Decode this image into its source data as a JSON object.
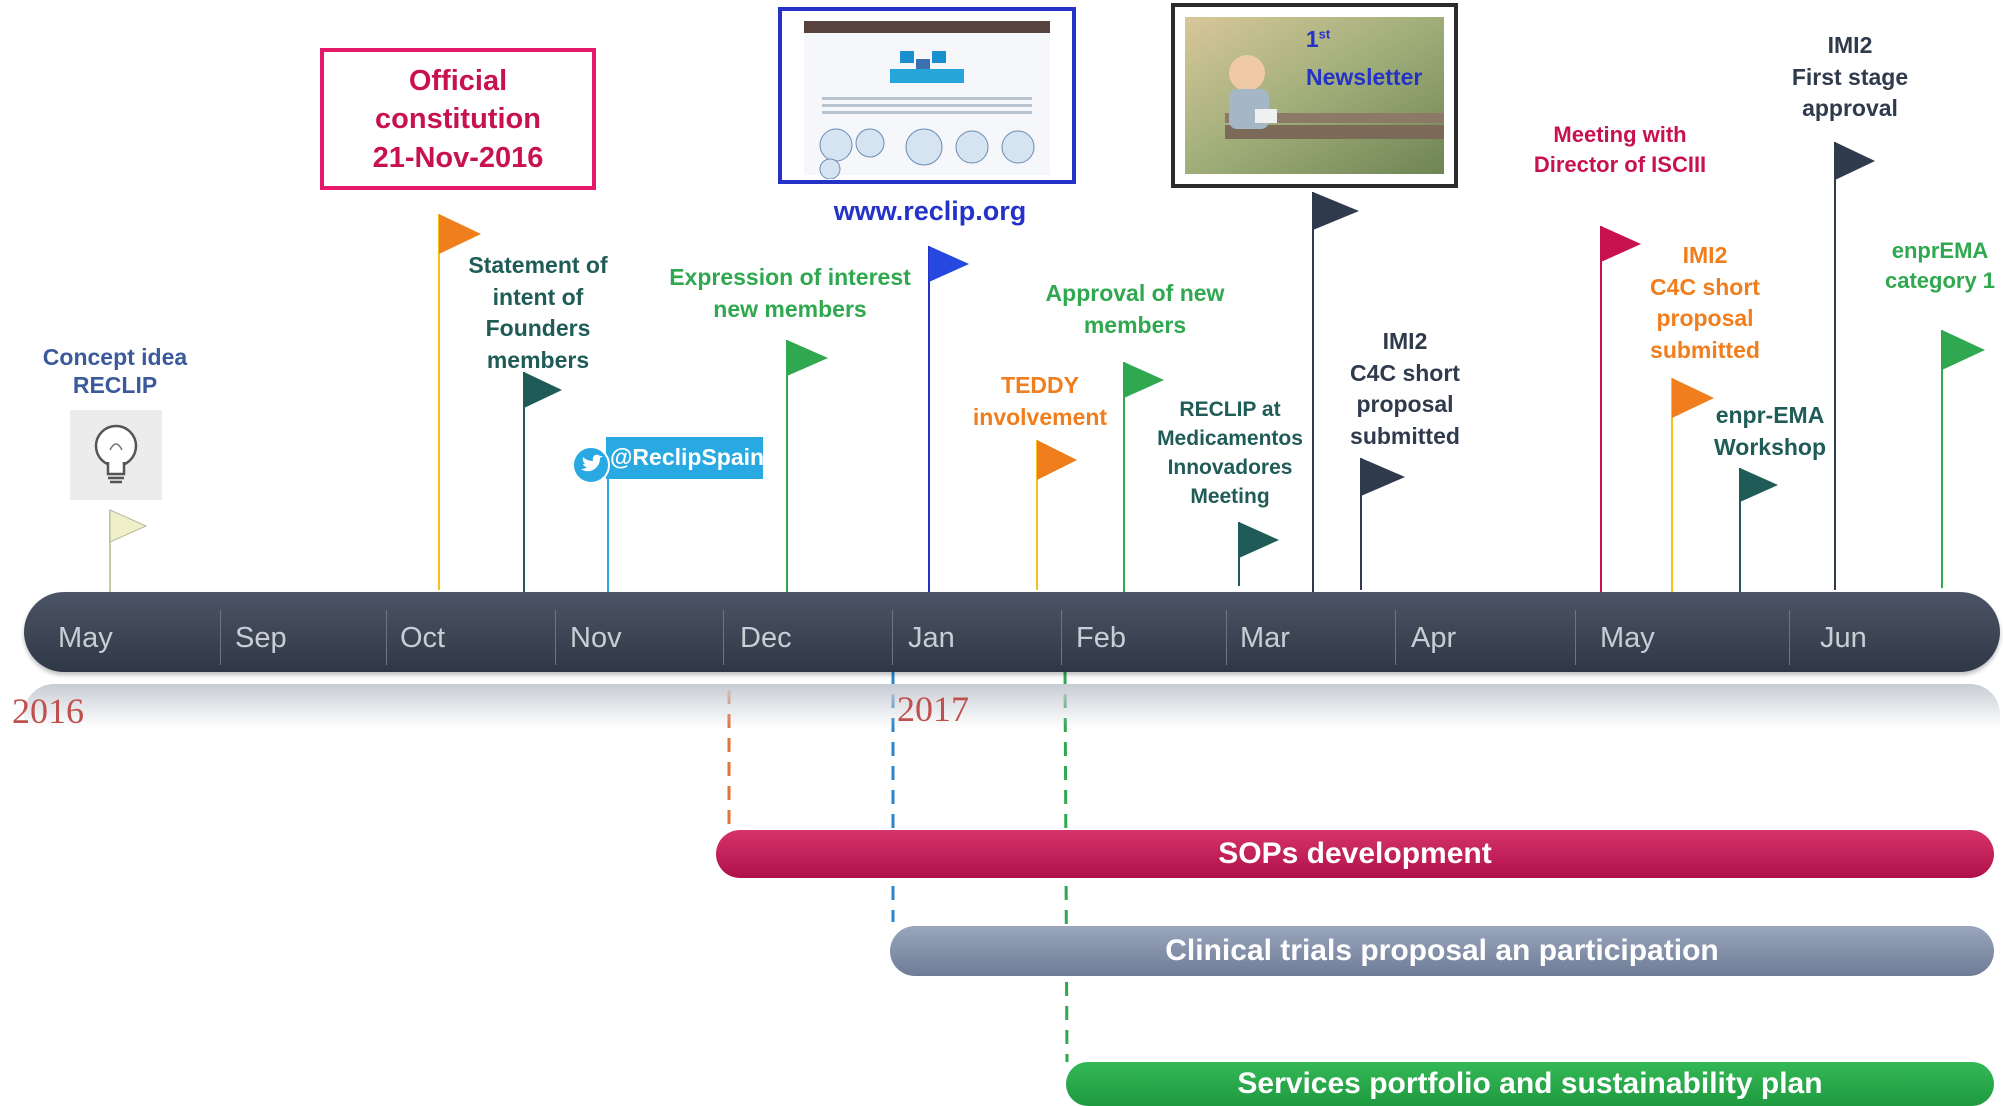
{
  "timeline": {
    "months": [
      "May",
      "Sep",
      "Oct",
      "Nov",
      "Dec",
      "Jan",
      "Feb",
      "Mar",
      "Apr",
      "May",
      "Jun"
    ],
    "years": [
      "2016",
      "2017"
    ]
  },
  "events": {
    "concept": "Concept idea\nRECLIP",
    "official": "Official\nconstitution\n21-Nov-2016",
    "statement": "Statement of\nintent of\nFounders\nmembers",
    "twitter": "@ReclipSpain",
    "expression": "Expression of interest\nnew members",
    "website_url": "www.reclip.org",
    "teddy": "TEDDY\ninvolvement",
    "approval": "Approval of new\nmembers",
    "medicamentos": "RECLIP at\nMedicamentos\nInnovadores\nMeeting",
    "newsletter_num": "1",
    "newsletter_sup": "st",
    "newsletter_text": "Newsletter",
    "imi2_c4c_1": "IMI2\nC4C short\nproposal\nsubmitted",
    "meeting_isciii": "Meeting with\nDirector  of ISCIII",
    "imi2_c4c_2": "IMI2\nC4C short\nproposal\nsubmitted",
    "enpr_workshop": "enpr-EMA\nWorkshop",
    "imi2_first": "IMI2\nFirst stage\napproval",
    "enprema_cat": "enprEMA\ncategory 1"
  },
  "bars": {
    "sops": "SOPs development",
    "clinical": "Clinical trials proposal an participation",
    "services": "Services portfolio and sustainability plan"
  },
  "colors": {
    "timeline": "#3c4553",
    "crimson": "#c8124f",
    "green": "#2fa84f",
    "slate": "#7d8aa5",
    "teal": "#1f5c57",
    "orange": "#f28a1e",
    "blue": "#2432c8",
    "navy": "#2f3a4d"
  }
}
